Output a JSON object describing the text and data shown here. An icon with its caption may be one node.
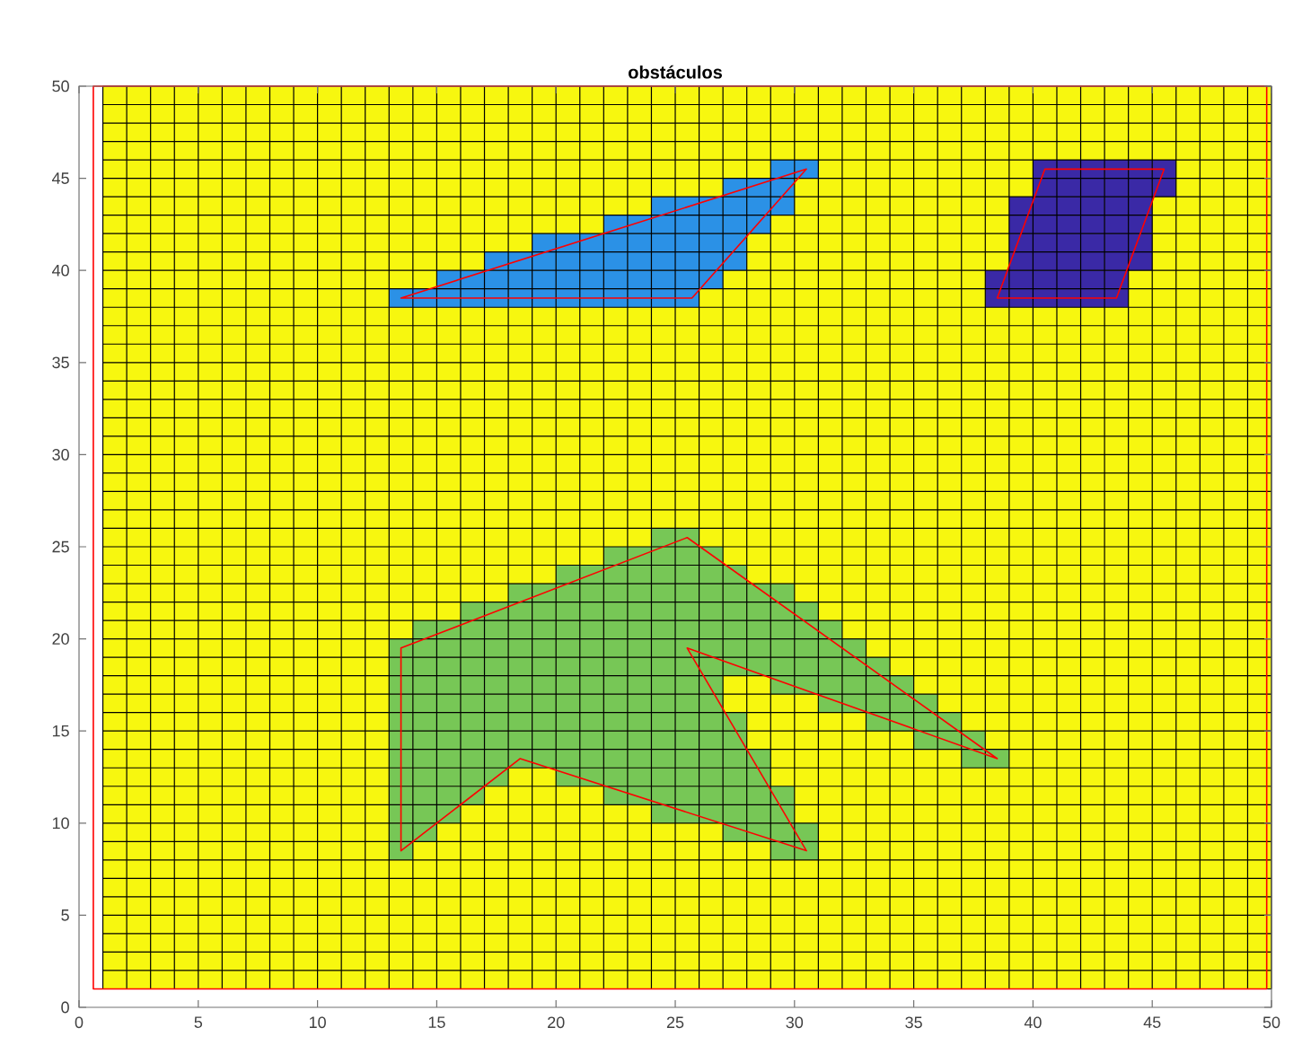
{
  "diagram": {
    "title": "obstáculos",
    "labels": [
      "50",
      "45",
      "40",
      "35",
      "30",
      "25",
      "20",
      "15",
      "10",
      "5",
      "0",
      "0",
      "5",
      "10",
      "15",
      "20",
      "25",
      "30",
      "35",
      "40",
      "45",
      "50"
    ]
  }
}
